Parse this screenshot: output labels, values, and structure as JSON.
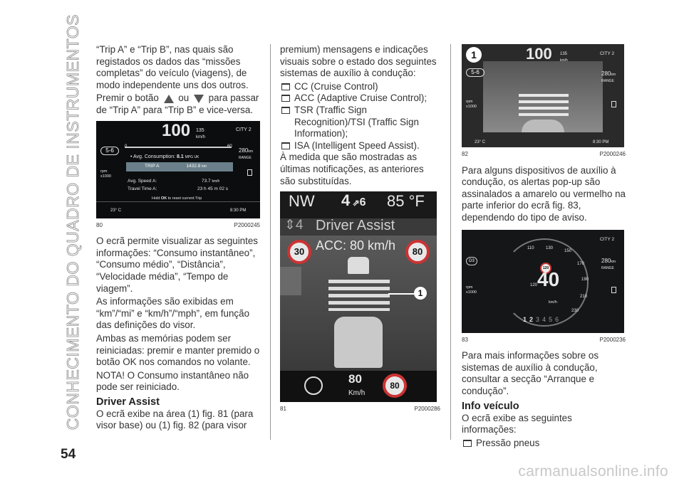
{
  "side_title": "CONHECIMENTO DO QUADRO DE INSTRUMENTOS",
  "page_number": "54",
  "watermark": "carmanualsonline.info",
  "col1": {
    "p1": "“Trip A” e “Trip B”, nas quais são registados os dados das “missões completas” do veículo (viagens), de modo independente uns dos outros.",
    "p2a": "Premir o botão",
    "p2b": "ou",
    "p2c": "para passar de “Trip A” para “Trip B” e vice-versa.",
    "fig80": {
      "number": "80",
      "code": "P2000245",
      "speed": "100",
      "speed_limit": "135",
      "speed_unit": "km/h",
      "mode": "CITY",
      "gear": "2",
      "gear_group": "5-6",
      "scale_min": "0",
      "scale_max": "60",
      "range_value": "280",
      "range_unit": "km",
      "range_label": "RANGE",
      "avg_consumption_label": "Avg. Consumption:",
      "avg_consumption_value": "8.1",
      "avg_consumption_unit": "MPG UK",
      "trip_label": "TRIP A",
      "trip_value": "1432.8",
      "trip_unit": "km",
      "avg_speed_label": "Avg. Speed A:",
      "avg_speed_value": "73.7",
      "avg_speed_unit": "km/h",
      "travel_time_label": "Travel Time A:",
      "travel_time_h": "23",
      "travel_time_m": "45",
      "travel_time_s": "02",
      "hold_text": "Hold",
      "hold_ok": "OK",
      "hold_rest": "to reset current Trip",
      "rpm_label": "rpm",
      "rpm_unit": "x1000",
      "temp": "23° C",
      "time": "8:30 PM"
    },
    "p3": "O ecrã permite visualizar as seguintes informações: “Consumo instantâneo”, “Consumo médio”, “Distância”, “Velocidade média”, “Tempo de viagem”.",
    "p4": "As informações são exibidas em “km”/“mi” e “km/h”/“mph”, em função das definições do visor.",
    "p5": "Ambas as memórias podem ser reiniciadas: premir e manter premido o botão OK nos comandos no volante.",
    "p6": "NOTA! O Consumo instantâneo não pode ser reiniciado.",
    "h_driver_assist": "Driver Assist",
    "p7": "O ecrã exibe na área (1) fig. 81 (para visor base) ou (1) fig. 82 (para visor"
  },
  "col2": {
    "p1": "premium) mensagens e indicações visuais sobre o estado dos seguintes sistemas de auxílio à condução:",
    "bullets": [
      "CC (Cruise Control)",
      "ACC (Adaptive Cruise Control);",
      "TSR (Traffic Sign Recognition)/TSI (Traffic Sign Information);",
      "ISA (Intelligent Speed Assist)."
    ],
    "p2": "À medida que são mostradas as últimas notificações, as anteriores são substituídas.",
    "fig81": {
      "number": "81",
      "code": "P2000286",
      "heading": "NW",
      "gear": "4",
      "gear_next": "6",
      "temp": "85 °F",
      "title_gear": "4",
      "title": "Driver Assist",
      "acc_text": "ACC: 80 km/h",
      "sign_left": "30",
      "sign_right": "80",
      "callout": "1",
      "set_speed": "80",
      "set_speed_unit": "Km/h",
      "sign_bottom": "80"
    }
  },
  "col3": {
    "fig82": {
      "number": "82",
      "code": "P2000246",
      "callout": "1",
      "speed": "100",
      "speed_limit": "135",
      "speed_unit": "km/h",
      "mode": "CITY",
      "gear": "2",
      "gear_group": "5-6",
      "range_value": "280",
      "range_unit": "km",
      "range_label": "RANGE",
      "rpm_label": "rpm",
      "rpm_unit": "x1000",
      "temp": "23° C",
      "time": "8:30 PM"
    },
    "p1": "Para alguns dispositivos de auxílio à condução, os alertas pop-up são assinalados a amarelo ou vermelho na parte inferior do ecrã fig. 83, dependendo do tipo de aviso.",
    "fig83": {
      "number": "83",
      "code": "P2000236",
      "mode": "CITY",
      "gear": "2",
      "gear_left": "D3",
      "speed": "40",
      "speed_unit": "km/h",
      "limit_sign": "120",
      "limit_small": "120",
      "scale": [
        "110",
        "130",
        "150",
        "170",
        "190",
        "210",
        "230"
      ],
      "range_value": "280",
      "range_unit": "km",
      "range_label": "RANGE",
      "rpm_label": "rpm",
      "rpm_unit": "x1000",
      "gears": [
        "1",
        "2",
        "3",
        "4",
        "5",
        "6"
      ]
    },
    "p2": "Para mais informações sobre os sistemas de auxílio à condução, consultar a secção “Arranque e condução”.",
    "h_info": "Info veículo",
    "p3": "O ecrã exibe as seguintes informações:",
    "bullets": [
      "Pressão pneus"
    ]
  }
}
